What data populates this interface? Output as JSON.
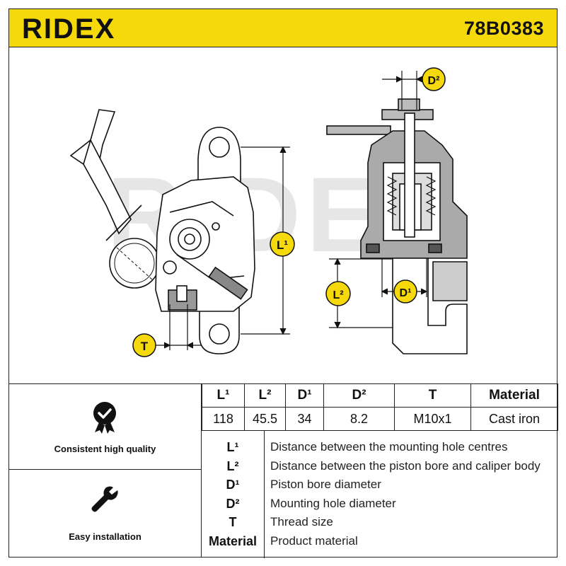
{
  "header": {
    "brand": "RIDEX",
    "part_number": "78B0383",
    "color": "#f5d90a"
  },
  "drawing": {
    "watermark": "RIDEX",
    "dimension_labels": {
      "L1": "L¹",
      "L2": "L²",
      "D1": "D¹",
      "D2": "D²",
      "T": "T"
    }
  },
  "features": [
    {
      "icon": "quality-badge-icon",
      "label": "Consistent high quality"
    },
    {
      "icon": "wrench-icon",
      "label": "Easy installation"
    }
  ],
  "specs_table": {
    "headers": [
      "L¹",
      "L²",
      "D¹",
      "D²",
      "T",
      "Material"
    ],
    "values": [
      "118",
      "45.5",
      "34",
      "8.2",
      "M10x1",
      "Cast iron"
    ]
  },
  "legend": [
    {
      "key": "L¹",
      "value": "Distance between the mounting hole centres"
    },
    {
      "key": "L²",
      "value": "Distance between the piston bore and caliper body"
    },
    {
      "key": "D¹",
      "value": "Piston bore diameter"
    },
    {
      "key": "D²",
      "value": "Mounting hole diameter"
    },
    {
      "key": "T",
      "value": "Thread size"
    },
    {
      "key": "Material",
      "value": "Product material"
    }
  ]
}
